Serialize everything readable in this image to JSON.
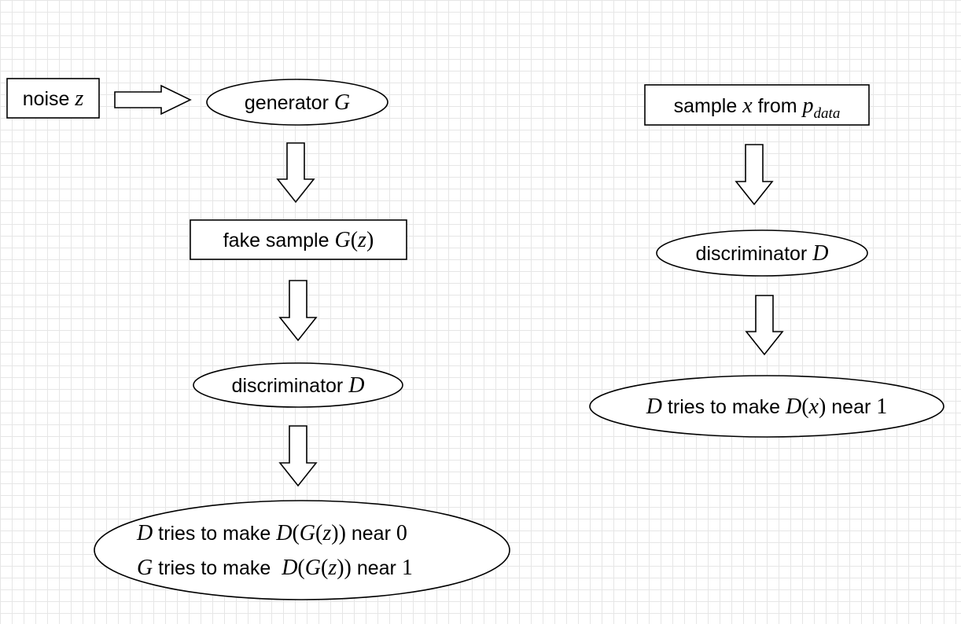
{
  "nodes": {
    "noise": {
      "prefix": "noise ",
      "var": "z"
    },
    "generator": {
      "prefix": "generator ",
      "var": "G"
    },
    "fake_sample": {
      "prefix": "fake sample ",
      "func": "G",
      "open": "(",
      "arg": "z",
      "close": ")"
    },
    "discriminator_left": {
      "prefix": "discriminator ",
      "var": "D"
    },
    "outcome_fake": {
      "line1": {
        "subject": "D",
        "verb": " tries to make ",
        "expr_func": "D",
        "expr_open": "(",
        "expr_inner_func": "G",
        "expr_inner_open": "(",
        "expr_arg": "z",
        "expr_close": "))",
        "suffix": " near ",
        "target": "0"
      },
      "line2": {
        "subject": "G",
        "verb": " tries to make  ",
        "expr_func": "D",
        "expr_open": "(",
        "expr_inner_func": "G",
        "expr_inner_open": "(",
        "expr_arg": "z",
        "expr_close": "))",
        "suffix": " near ",
        "target": "1"
      }
    },
    "sample_real": {
      "prefix": "sample ",
      "var": "x",
      "middle": " from ",
      "dist": "p",
      "dist_sub": "data"
    },
    "discriminator_right": {
      "prefix": "discriminator ",
      "var": "D"
    },
    "outcome_real": {
      "subject": "D",
      "verb": " tries to make ",
      "expr_func": "D",
      "expr_open": "(",
      "expr_arg": "x",
      "expr_close": ")",
      "suffix": " near ",
      "target": "1"
    }
  }
}
